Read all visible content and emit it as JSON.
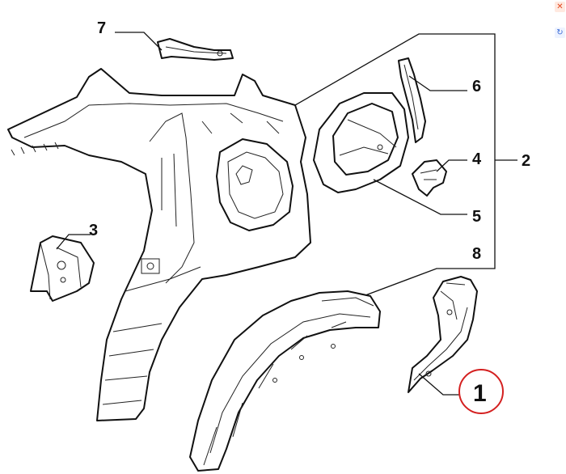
{
  "callouts": {
    "c1": "1",
    "c2": "2",
    "c3": "3",
    "c4": "4",
    "c5": "5",
    "c6": "6",
    "c7": "7",
    "c8": "8"
  },
  "colors": {
    "line": "#111111",
    "highlight_ring": "#d42020",
    "background": "#ffffff"
  },
  "icons": {
    "close": "close-icon",
    "refresh": "refresh-icon"
  }
}
